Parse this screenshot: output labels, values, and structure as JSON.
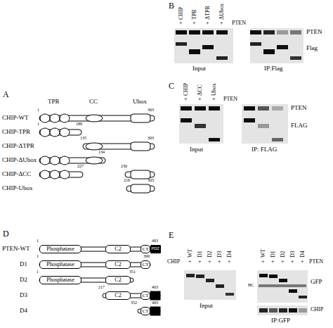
{
  "diagram": {
    "nodes": [
      {
        "text": [
          "Phosphatase"
        ]
      },
      {
        "text": [
          "C2"
        ]
      },
      {
        "text": [
          "CT"
        ]
      },
      {
        "text": [
          "PDZ"
        ]
      },
      {
        "text": [
          "Phosphatase"
        ]
      },
      {
        "text": [
          "C2"
        ]
      },
      {
        "text": [
          "CT"
        ]
      },
      {
        "text": [
          "Phosphatase"
        ]
      },
      {
        "text": [
          "C2"
        ]
      },
      {
        "text": [
          "C2"
        ]
      },
      {
        "text": [
          "CT"
        ]
      },
      {
        "text": [
          "CT"
        ]
      }
    ],
    "labels": [
      "A",
      "B",
      "C",
      "D",
      "E",
      "TPR",
      "CC",
      "Ubox",
      "CHIP-WT",
      "CHIP-TPR",
      "CHIP-ΔTPR",
      "CHIP-ΔUbox",
      "CHIP-ΔCC",
      "CHIP-Ubox",
      "1",
      "303",
      "1",
      "189",
      "135",
      "303",
      "134",
      "227",
      "230",
      "216",
      "303",
      "CHIP",
      "TPR",
      "ΔTPR",
      "ΔUbox",
      "+",
      "+",
      "+",
      "+",
      "PTEN",
      "PTEN",
      "Flag",
      "Input",
      "IP:Flag",
      "CHIP",
      "ΔCC",
      "Ubox",
      "+",
      "+",
      "+",
      "PTEN",
      "PTEN",
      "FLAG",
      "Input",
      "IP: FLAG",
      "PTEN-WT",
      "D1",
      "D2",
      "D3",
      "D4",
      "1",
      "403",
      "1",
      "399",
      "1",
      "351",
      "217",
      "403",
      "352",
      "403",
      "CHIP",
      "+",
      "+",
      "+",
      "+",
      "+",
      "WT",
      "D1",
      "D2",
      "D3",
      "D4",
      "WT",
      "D1",
      "D2",
      "D3",
      "D4",
      "+",
      "+",
      "+",
      "+",
      "+",
      "PTEN",
      "Input",
      "GFP",
      "HC",
      "CHIP",
      "IP:GFP"
    ]
  }
}
